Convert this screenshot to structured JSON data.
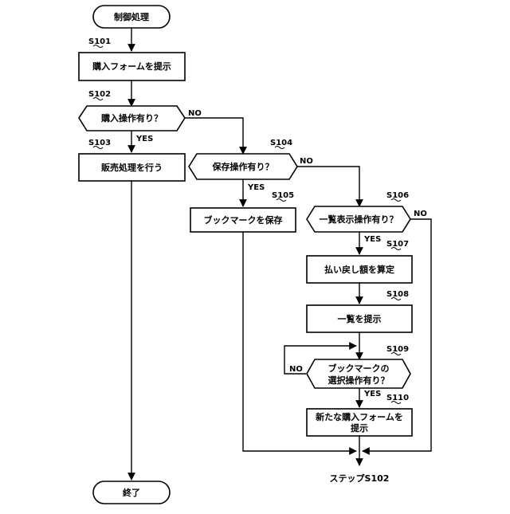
{
  "nodes": {
    "start": "制御処理",
    "s101": "購入フォームを提示",
    "s102": "購入操作有り？",
    "s103": "販売処理を行う",
    "s104": "保存操作有り？",
    "s105": "ブックマークを保存",
    "s106": "一覧表示操作有り？",
    "s107": "払い戻し額を算定",
    "s108": "一覧を提示",
    "s109_line1": "ブックマークの",
    "s109_line2": "選択操作有り？",
    "s110_line1": "新たな購入フォームを",
    "s110_line2": "提示",
    "end": "終了",
    "next_step": "ステップS102"
  },
  "step_labels": {
    "s101": "S101",
    "s102": "S102",
    "s103": "S103",
    "s104": "S104",
    "s105": "S105",
    "s106": "S106",
    "s107": "S107",
    "s108": "S108",
    "s109": "S109",
    "s110": "S110"
  },
  "edge_labels": {
    "s102_no": "NO",
    "s102_yes": "YES",
    "s104_no": "NO",
    "s104_yes": "YES",
    "s106_no": "NO",
    "s106_yes": "YES",
    "s109_no": "NO",
    "s109_yes": "YES"
  }
}
